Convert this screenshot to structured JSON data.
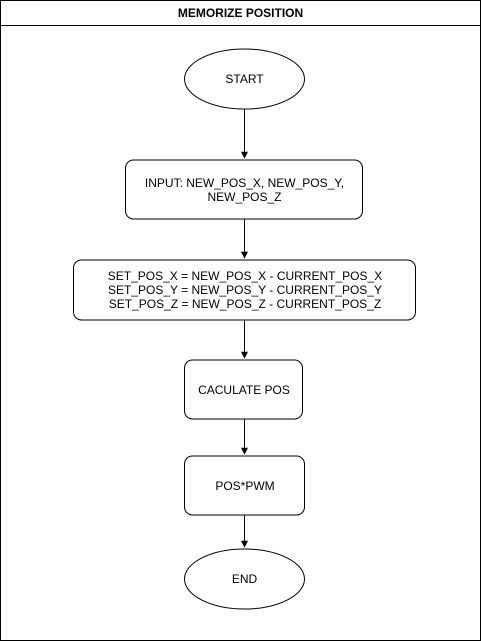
{
  "title": "MEMORIZE POSITION",
  "nodes": {
    "start": "START",
    "input": "INPUT: NEW_POS_X, NEW_POS_Y,\nNEW_POS_Z",
    "set_pos": "SET_POS_X = NEW_POS_X - CURRENT_POS_X\nSET_POS_Y = NEW_POS_Y - CURRENT_POS_Y\nSET_POS_Z = NEW_POS_Z - CURRENT_POS_Z",
    "calculate": "CACULATE POS",
    "pwm": "POS*PWM",
    "end": "END"
  },
  "colors": {
    "stroke": "#000000",
    "fill": "#ffffff"
  }
}
